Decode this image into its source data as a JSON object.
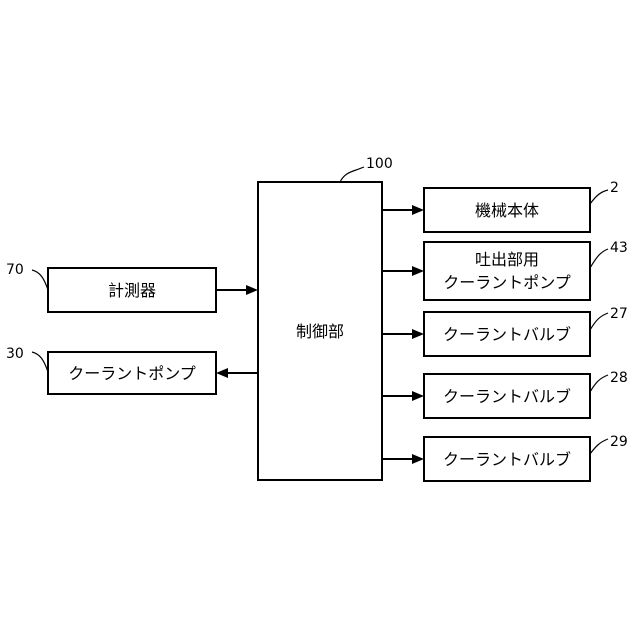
{
  "controller": {
    "label": "制御部",
    "ref": "100"
  },
  "inputs": [
    {
      "key": "meter",
      "label": "計測器",
      "ref": "70"
    }
  ],
  "outputs_left": [
    {
      "key": "coolant-pump",
      "label": "クーラントポンプ",
      "ref": "30"
    }
  ],
  "outputs_right": [
    {
      "key": "machine-body",
      "lines": [
        "機械本体"
      ],
      "ref": "2"
    },
    {
      "key": "discharge-coolant-pump",
      "lines": [
        "吐出部用",
        "クーラントポンプ"
      ],
      "ref": "43"
    },
    {
      "key": "coolant-valve-27",
      "lines": [
        "クーラントバルブ"
      ],
      "ref": "27"
    },
    {
      "key": "coolant-valve-28",
      "lines": [
        "クーラントバルブ"
      ],
      "ref": "28"
    },
    {
      "key": "coolant-valve-29",
      "lines": [
        "クーラントバルブ"
      ],
      "ref": "29"
    }
  ]
}
